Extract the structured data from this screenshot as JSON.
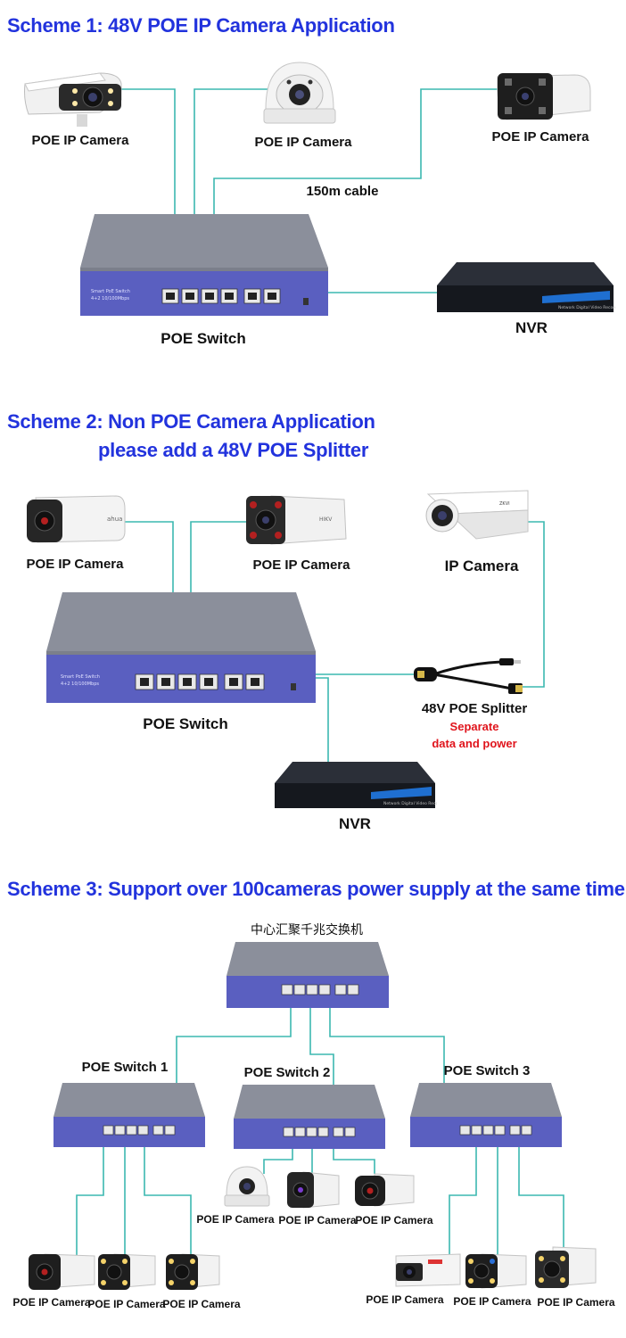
{
  "scheme1": {
    "title": "Scheme 1: 48V POE IP Camera Application",
    "camera_left_label": "POE IP Camera",
    "camera_mid_label": "POE IP Camera",
    "camera_right_label": "POE IP Camera",
    "cable_label": "150m cable",
    "switch_label": "POE Switch",
    "nvr_label": "NVR"
  },
  "scheme2": {
    "title_line1": "Scheme 2: Non POE Camera Application",
    "title_line2": "please add a 48V POE Splitter",
    "camera_left_label": "POE IP Camera",
    "camera_mid_label": "POE IP Camera",
    "camera_right_label": "IP Camera",
    "switch_label": "POE Switch",
    "splitter_label": "48V POE Splitter",
    "splitter_note_line1": "Separate",
    "splitter_note_line2": "data and power",
    "nvr_label": "NVR"
  },
  "scheme3": {
    "title": "Scheme 3: Support over 100cameras power supply at the same time",
    "core_switch_label": "中心汇聚千兆交换机",
    "switch1_label": "POE Switch 1",
    "switch2_label": "POE Switch 2",
    "switch3_label": "POE Switch 3",
    "camera_label": "POE IP Camera"
  },
  "colors": {
    "heading": "#2233dd",
    "wire": "#3cb8b0",
    "switch_top": "#8a8e9a",
    "switch_front": "#5a5fc0",
    "nvr": "#1a1d24",
    "note_red": "#e0141c"
  }
}
